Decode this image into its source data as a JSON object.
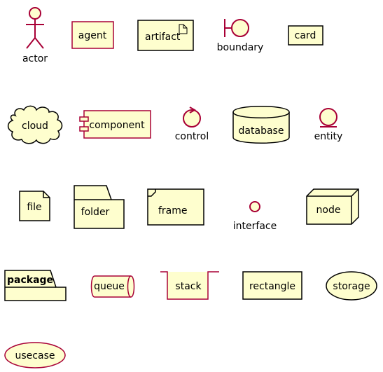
{
  "colors": {
    "fill": "#FEFECE",
    "border_red": "#A80036",
    "border_black": "#000000",
    "background": "#FFFFFF"
  },
  "elements": {
    "actor": "actor",
    "agent": "agent",
    "artifact": "artifact",
    "boundary": "boundary",
    "card": "card",
    "cloud": "cloud",
    "component": "component",
    "control": "control",
    "database": "database",
    "entity": "entity",
    "file": "file",
    "folder": "folder",
    "frame": "frame",
    "interface": "interface",
    "node": "node",
    "package": "package",
    "queue": "queue",
    "stack": "stack",
    "rectangle": "rectangle",
    "storage": "storage",
    "usecase": "usecase"
  }
}
